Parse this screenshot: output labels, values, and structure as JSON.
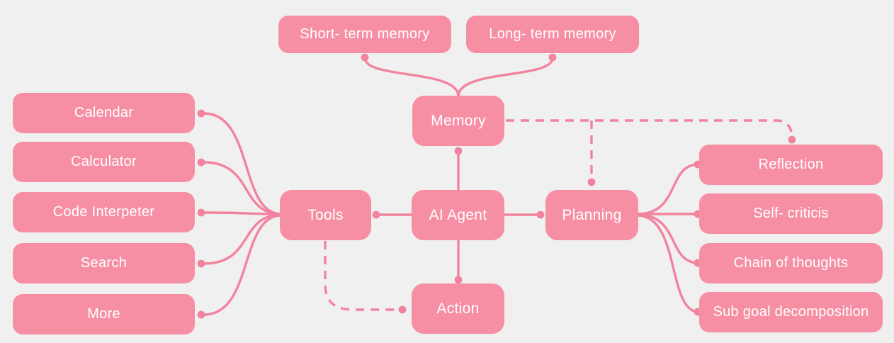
{
  "diagram": {
    "colors": {
      "background": "#f1f0f0",
      "node_fill": "#f78fa4",
      "edge": "#f2839e",
      "text": "#ffffff"
    },
    "ai_agent": {
      "label": "AI Agent"
    },
    "memory": {
      "label": "Memory",
      "children": [
        {
          "label": "Short- term memory"
        },
        {
          "label": "Long- term memory"
        }
      ]
    },
    "tools": {
      "label": "Tools",
      "children": [
        {
          "label": "Calendar"
        },
        {
          "label": "Calculator"
        },
        {
          "label": "Code Interpeter"
        },
        {
          "label": "Search"
        },
        {
          "label": "More"
        }
      ]
    },
    "planning": {
      "label": "Planning",
      "children": [
        {
          "label": "Reflection"
        },
        {
          "label": "Self- criticis"
        },
        {
          "label": "Chain of thoughts"
        },
        {
          "label": "Sub goal decomposition"
        }
      ]
    },
    "action": {
      "label": "Action"
    }
  }
}
